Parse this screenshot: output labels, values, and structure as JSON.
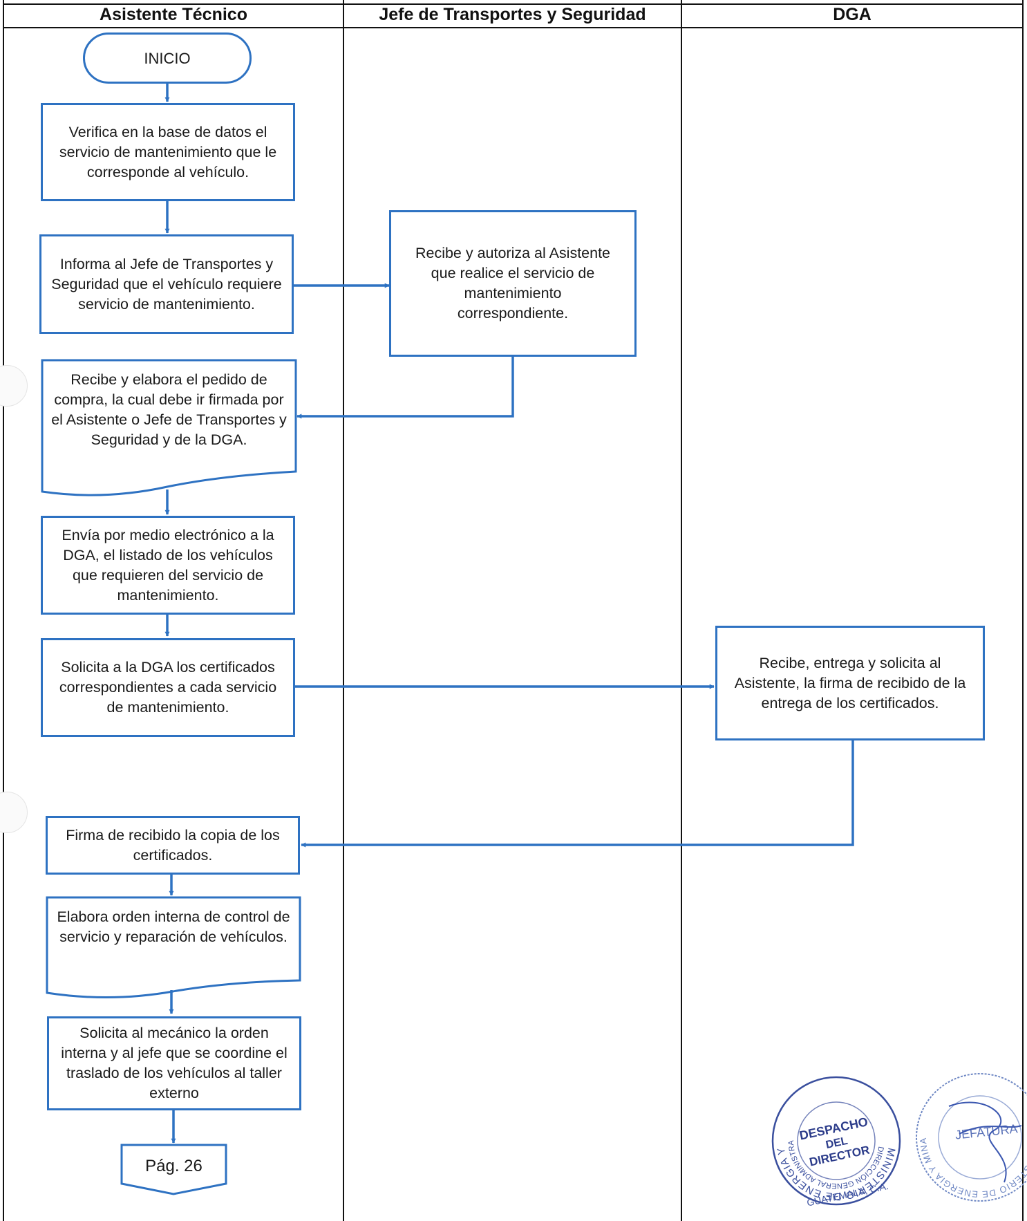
{
  "lanes": [
    {
      "label": "Asistente Técnico"
    },
    {
      "label": "Jefe de Transportes y Seguridad"
    },
    {
      "label": "DGA"
    }
  ],
  "nodes": {
    "inicio": "INICIO",
    "verifica": "Verifica en la base de datos el servicio de mantenimiento que le corresponde al vehículo.",
    "informa": "Informa al Jefe de Transportes y Seguridad que el vehículo requiere servicio de mantenimiento.",
    "autoriza": "Recibe y autoriza al Asistente que realice el servicio de mantenimiento correspondiente.",
    "pedido": "Recibe y elabora el pedido de compra, la cual debe ir firmada por el Asistente o Jefe de Transportes y Seguridad y de la DGA.",
    "envia": "Envía por medio electrónico a la DGA, el listado de los vehículos que requieren del servicio de mantenimiento.",
    "solicita_cert": "Solicita a la DGA los certificados correspondientes a cada servicio de mantenimiento.",
    "entrega_cert": "Recibe, entrega y solicita al Asistente, la firma de recibido de la entrega de los certificados.",
    "firma": "Firma de recibido la copia de los certificados.",
    "orden": "Elabora orden interna de control de servicio y reparación de vehículos.",
    "mecanico": "Solicita al mecánico la orden interna y al jefe que se coordine el traslado de los vehículos al taller externo",
    "pag": "Pág. 26"
  },
  "stamps": {
    "despacho": {
      "ring": "MINISTERIO DE ENERGIA Y MINAS · DIRECCIÓN GENERAL ADMINISTRATIVA",
      "center": [
        "DESPACHO",
        "DEL",
        "DIRECTOR"
      ],
      "bottom": "GUATEMALA, C.A."
    },
    "jefatura": {
      "ring": "MINISTERIO DE ENERGIA Y MINAS GUA · DEPTO. DE TRANSPORTES",
      "center": "JEFATURA"
    }
  },
  "colors": {
    "accent": "#2e72c2",
    "border": "#111111",
    "stamp": "#3a4f9e"
  }
}
